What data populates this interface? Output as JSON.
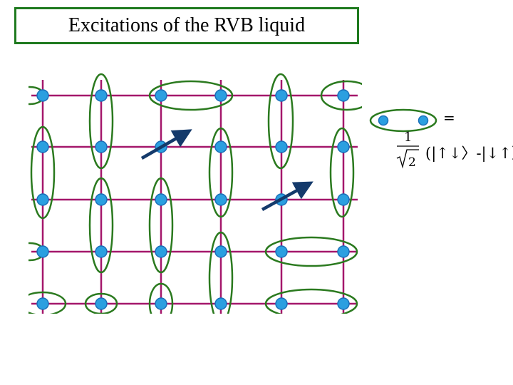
{
  "title": "Excitations of the RVB liquid",
  "colors": {
    "lattice": "#a4176b",
    "dimer": "#2b7a1f",
    "site": "#2b9fe0",
    "site_edge": "#1a6fb8",
    "spin_arrow": "#143a6b",
    "title_border": "#1f7a1f"
  },
  "legend": {
    "equals": "=",
    "numerator": "1",
    "denominator": "2",
    "state_expression": "(|↑↓〉-|↓↑〉)"
  }
}
